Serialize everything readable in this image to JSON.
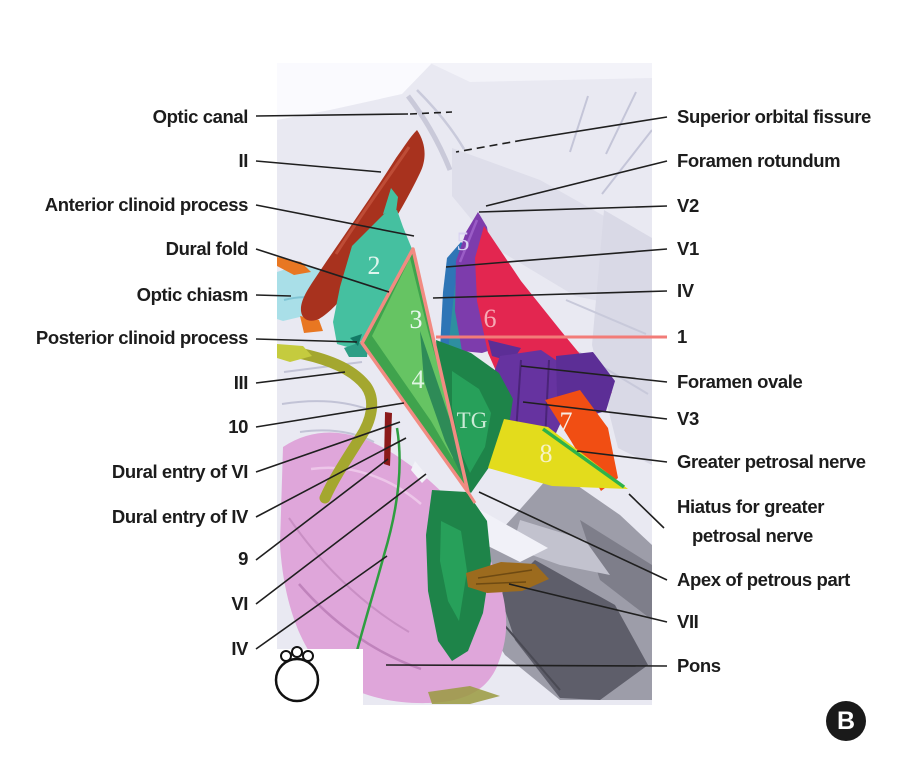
{
  "figure": {
    "panel_label": "B"
  },
  "left_labels": [
    {
      "text": "Optic canal"
    },
    {
      "text": "II"
    },
    {
      "text": "Anterior clinoid process"
    },
    {
      "text": "Dural fold"
    },
    {
      "text": "Optic chiasm"
    },
    {
      "text": "Posterior clinoid process"
    },
    {
      "text": "III"
    },
    {
      "text": "10"
    },
    {
      "text": "Dural entry of VI"
    },
    {
      "text": "Dural entry of IV"
    },
    {
      "text": "9"
    },
    {
      "text": "VI"
    },
    {
      "text": "IV"
    }
  ],
  "right_labels": [
    {
      "text": "Superior orbital fissure"
    },
    {
      "text": "Foramen rotundum"
    },
    {
      "text": "V2"
    },
    {
      "text": "V1"
    },
    {
      "text": "IV"
    },
    {
      "text": "1"
    },
    {
      "text": "Foramen ovale"
    },
    {
      "text": "V3"
    },
    {
      "text": "Greater petrosal nerve"
    },
    {
      "lines": [
        "Hiatus for greater",
        "petrosal nerve"
      ]
    },
    {
      "text": "Apex of petrous part"
    },
    {
      "text": "VII"
    },
    {
      "text": "Pons"
    }
  ],
  "markers": {
    "r2": {
      "value": "2",
      "color": "#DFF5EE"
    },
    "r3": {
      "value": "3",
      "color": "#E9F8EF"
    },
    "r4": {
      "value": "4",
      "color": "#DFF5E2"
    },
    "r5": {
      "value": "5",
      "color": "#D9D2F2"
    },
    "r6": {
      "value": "6",
      "color": "#F6A9B4"
    },
    "r7": {
      "value": "7",
      "color": "#F8EDE4"
    },
    "r8": {
      "value": "8",
      "color": "#F7F3C4"
    },
    "tg": {
      "value": "TG",
      "color": "#CBEAD6"
    }
  },
  "colors": {
    "label_text": "#1C1C1C",
    "leader_line": "#1F1F1F",
    "leader_line_1_red": "#F27C78",
    "panel_badge_bg": "#1A1A1A",
    "panel_badge_text": "#FFFFFF"
  },
  "structures": {
    "bone": "#E9E9F2",
    "optic_nerve_ii_red": "#A8321E",
    "region2_teal": "#45C0A0",
    "optic_chiasm_cyan": "#A9DFE8",
    "orange_sliver": "#E87722",
    "nerve_iii_olive": "#A4A72F",
    "dural_fold_pink_outline": "#F28B82",
    "triangle_green": "#3FA34D",
    "region3_light_green": "#66C463",
    "region4_dark_green": "#2E8B57",
    "blue_strip": "#2E75B6",
    "region5_purple": "#7D3CAC",
    "region6_crimson": "#E32650",
    "v3_purple": "#6633A0",
    "region7_orange": "#F14E13",
    "region8_yellow": "#E3DC1C",
    "trigeminal_ganglion_green": "#1E8449",
    "pons_pink": "#DFA6DA",
    "nerve_iv_green_line": "#2E9E40",
    "nerve_vi_dark_red": "#8B1A1A",
    "nerve_vii_brown": "#9C6B1E",
    "petrous_bone_gray": "#9D9DA9"
  }
}
